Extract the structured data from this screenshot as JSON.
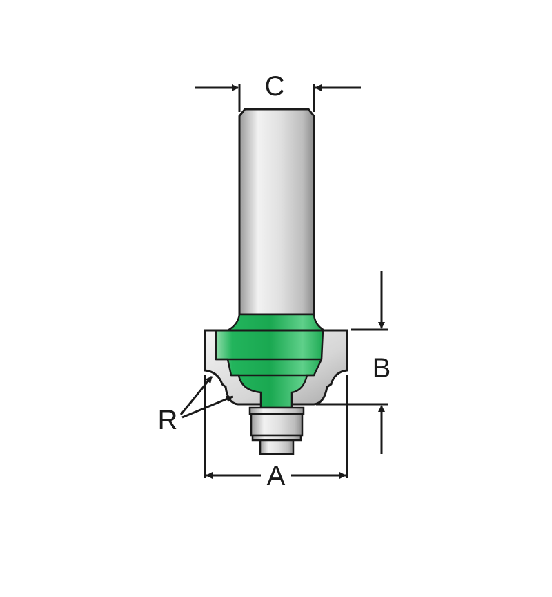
{
  "diagram": {
    "labels": {
      "c": "C",
      "b": "B",
      "r": "R",
      "a": "A"
    },
    "colors": {
      "green": "#1fb35a",
      "steel": "#d8d8d8",
      "line": "#1a1a1a"
    }
  }
}
